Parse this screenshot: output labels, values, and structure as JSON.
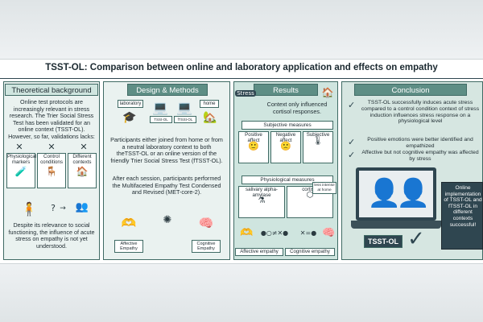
{
  "title": "TSST-OL: Comparison between online and laboratory application and effects on empathy",
  "background": {
    "header": "Theoretical background",
    "intro": "Online test protocols are increasingly relevant in stress research. The Trier Social Stress Test has been validated for an online context (TSST-OL). However, so far, validations lacks:",
    "lacks": [
      "Physiological markers",
      "Control conditions",
      "Different contexts"
    ],
    "outro": "Despite its relevance to social functioning, the influence of acute stress on empathy is not yet understood."
  },
  "methods": {
    "header": "Design & Methods",
    "labels": {
      "laboratory": "laboratory",
      "home": "home",
      "tssol": "TSSt-OL",
      "ftssol": "fTSSt-OL"
    },
    "text1": "Participants either joined from home or from a neutral laboratory context to both theTSST-OL or an online version of the friendly Trier Social Stress Test (fTSST-OL).",
    "text2": "After each session, participants performed the Multifaceted Empathy Test Condensed and Revised (MET-core-2).",
    "empathy": {
      "affective": "Affective Empathy",
      "cognitive": "Cognitive Empathy"
    }
  },
  "results": {
    "header": "Results",
    "stress": "Stress",
    "cortisol_note": "Context only influenced cortisol responses.",
    "subjective_header": "Subjective measures",
    "subjective": [
      "Positive affect",
      "Negative affect",
      "Subjective"
    ],
    "physio_header": "Physiological measures",
    "physio": [
      "salivary alpha-amylase",
      "cortisol"
    ],
    "less_intense": "less intense at home",
    "bottom": [
      "Affective empathy",
      "Cognitive empathy"
    ]
  },
  "conclusion": {
    "header": "Conclusion",
    "items": [
      "TSST-OL successfully induces acute stress compared to a control condition context of stress induction influences stress response on a physiological level",
      "Positive emotions were better identified and empathized",
      "Affective but not cognitive empathy was affected by stress"
    ],
    "laptop_label": "TSST-OL",
    "callout": "Online implementation of TSST-OL and fTSST-OL in different contexts successful!"
  },
  "colors": {
    "accent": "#5e8e85",
    "dark": "#2f4650",
    "light": "#cfe5df"
  }
}
